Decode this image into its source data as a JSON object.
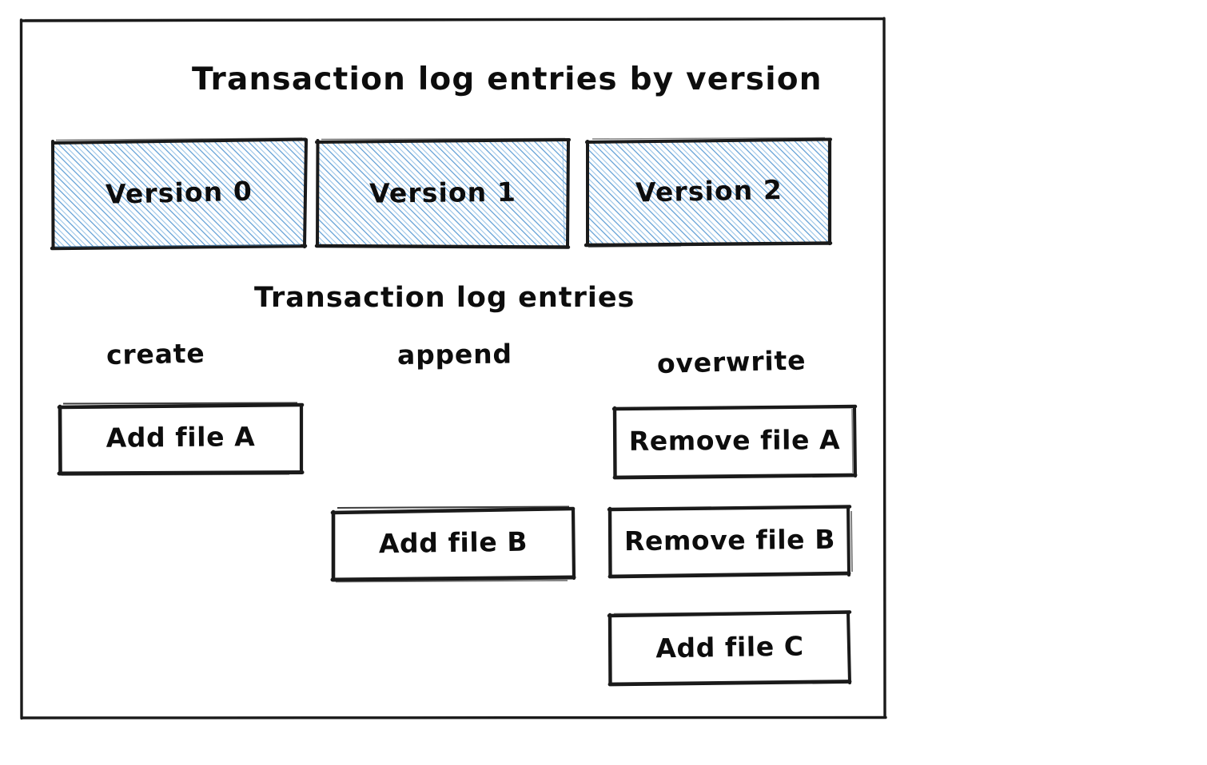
{
  "diagram": {
    "title": "Transaction log entries by version",
    "subtitle": "Transaction log entries",
    "frame": {
      "border_color": "#1a1a1a"
    },
    "palette": {
      "ink": "#0d0d0d",
      "hatch_blue": "#5a9bd4",
      "hatch_blue_light": "#9cc5e8",
      "box_fill": "#ffffff",
      "page_background": "#ffffff"
    },
    "versions": [
      {
        "label": "Version 0",
        "fill": "hatched-blue"
      },
      {
        "label": "Version 1",
        "fill": "hatched-blue"
      },
      {
        "label": "Version 2",
        "fill": "hatched-blue"
      }
    ],
    "columns": [
      {
        "label": "create",
        "entries": [
          {
            "label": "Add file A"
          }
        ]
      },
      {
        "label": "append",
        "entries": [
          {
            "label": "Add file B"
          }
        ]
      },
      {
        "label": "overwrite",
        "entries": [
          {
            "label": "Remove file A"
          },
          {
            "label": "Remove file B"
          },
          {
            "label": "Add file C"
          }
        ]
      }
    ]
  }
}
